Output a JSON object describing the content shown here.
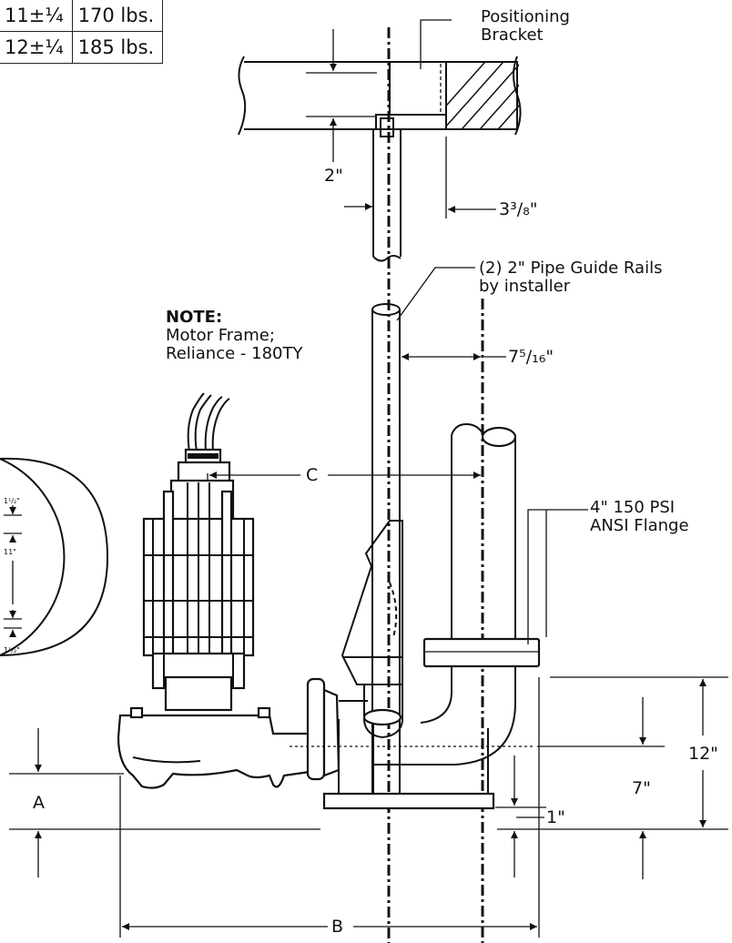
{
  "weights_table": {
    "rows": [
      {
        "dimension": "11±¼",
        "weight": "170 lbs."
      },
      {
        "dimension": "12±¼",
        "weight": "185 lbs."
      }
    ]
  },
  "labels": {
    "positioning_bracket_line1": "Positioning",
    "positioning_bracket_line2": "Bracket",
    "guide_rails_line1": "(2) 2\" Pipe Guide Rails",
    "guide_rails_line2": "by installer",
    "note_heading": "NOTE:",
    "note_line1": "Motor Frame;",
    "note_line2": "Reliance - 180TY",
    "flange_line1": "4\" 150 PSI",
    "flange_line2": "ANSI Flange"
  },
  "dimensions": {
    "rail_dia": "2\"",
    "bracket_offset": "3³/₈\"",
    "rail_offset": "7⁵/₁₆\"",
    "c": "C",
    "a": "A",
    "b": "B",
    "h12": "12\"",
    "h7": "7\"",
    "h1": "1\"",
    "detail_top": "1¹/₂\"",
    "detail_mid": "11\"",
    "detail_bot": "1¹/₂\""
  }
}
